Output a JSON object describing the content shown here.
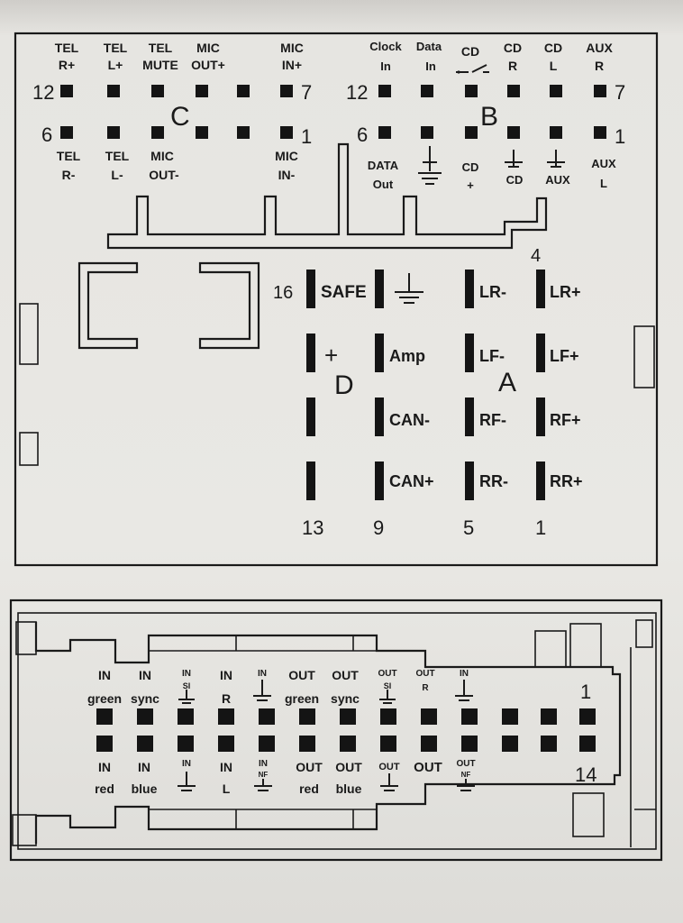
{
  "block_c": {
    "letter": "C",
    "num_top_left": "12",
    "num_top_right": "7",
    "num_bottom_left": "6",
    "num_bottom_right": "1",
    "top_labels": [
      {
        "l1": "TEL",
        "l2": "R+"
      },
      {
        "l1": "TEL",
        "l2": "L+"
      },
      {
        "l1": "TEL",
        "l2": "MUTE"
      },
      {
        "l1": "MIC",
        "l2": "OUT+"
      },
      {
        "l1": "MIC",
        "l2": "IN+"
      }
    ],
    "bottom_labels": [
      {
        "l1": "TEL",
        "l2": "R-"
      },
      {
        "l1": "TEL",
        "l2": "L-"
      },
      {
        "l1": "MIC",
        "l2": "OUT-"
      },
      {
        "l1": "MIC",
        "l2": "IN-"
      }
    ]
  },
  "block_b": {
    "letter": "B",
    "num_top_left": "12",
    "num_top_right": "7",
    "num_bottom_left": "6",
    "num_bottom_right": "1",
    "top_labels": [
      {
        "l1": "Clock",
        "l2": "In"
      },
      {
        "l1": "Data",
        "l2": "In"
      },
      {
        "l1": "CD",
        "l2": ""
      },
      {
        "l1": "CD",
        "l2": "R"
      },
      {
        "l1": "CD",
        "l2": "L"
      },
      {
        "l1": "AUX",
        "l2": "R"
      }
    ],
    "bottom_labels": [
      {
        "l1": "DATA",
        "l2": "Out"
      },
      {
        "l1": "CD",
        "l2": "+"
      },
      {
        "l1": "",
        "l2": "CD"
      },
      {
        "l1": "",
        "l2": "AUX"
      },
      {
        "l1": "AUX",
        "l2": "L"
      }
    ]
  },
  "block_d": {
    "letter": "D",
    "plus": "+",
    "num_top": "16",
    "num_bottom": "13",
    "labels": [
      "SAFE"
    ]
  },
  "block_a": {
    "letter": "A",
    "num_top": "4",
    "num_bottom_cols": [
      "9",
      "5",
      "1"
    ],
    "col1": [
      "Amp",
      "CAN-",
      "CAN+"
    ],
    "col2": [
      "LR-",
      "LF-",
      "RF-",
      "RR-"
    ],
    "col3": [
      "LR+",
      "LF+",
      "RF+",
      "RR+"
    ]
  },
  "bottom_connector": {
    "num_right_top": "1",
    "num_right_bottom": "14",
    "top_labels": [
      {
        "l1": "IN",
        "l2": "green"
      },
      {
        "l1": "IN",
        "l2": "sync"
      },
      {
        "l1": "IN",
        "l2": "SI"
      },
      {
        "l1": "IN",
        "l2": "R"
      },
      {
        "l1": "IN",
        "l2": ""
      },
      {
        "l1": "OUT",
        "l2": "green"
      },
      {
        "l1": "OUT",
        "l2": "sync"
      },
      {
        "l1": "OUT",
        "l2": "SI"
      },
      {
        "l1": "OUT",
        "l2": "R"
      },
      {
        "l1": "IN",
        "l2": ""
      }
    ],
    "bottom_labels": [
      {
        "l1": "IN",
        "l2": "red"
      },
      {
        "l1": "IN",
        "l2": "blue"
      },
      {
        "l1": "IN",
        "l2": ""
      },
      {
        "l1": "IN",
        "l2": "L"
      },
      {
        "l1": "IN",
        "l2": "NF"
      },
      {
        "l1": "OUT",
        "l2": "red"
      },
      {
        "l1": "OUT",
        "l2": "blue"
      },
      {
        "l1": "OUT",
        "l2": ""
      },
      {
        "l1": "OUT",
        "l2": ""
      },
      {
        "l1": "OUT",
        "l2": "NF"
      }
    ]
  }
}
